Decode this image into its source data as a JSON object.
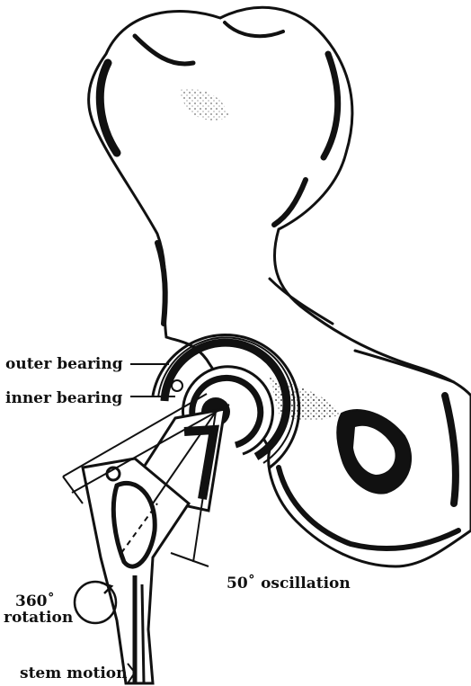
{
  "labels": {
    "outer_bearing": "outer bearing",
    "inner_bearing": "inner bearing",
    "oscillation": "50˚ oscillation",
    "rotation_line1": "360˚",
    "rotation_line2": "rotation",
    "stem_motion": "stem motion"
  },
  "colors": {
    "ink": "#111111",
    "paper": "#ffffff"
  }
}
